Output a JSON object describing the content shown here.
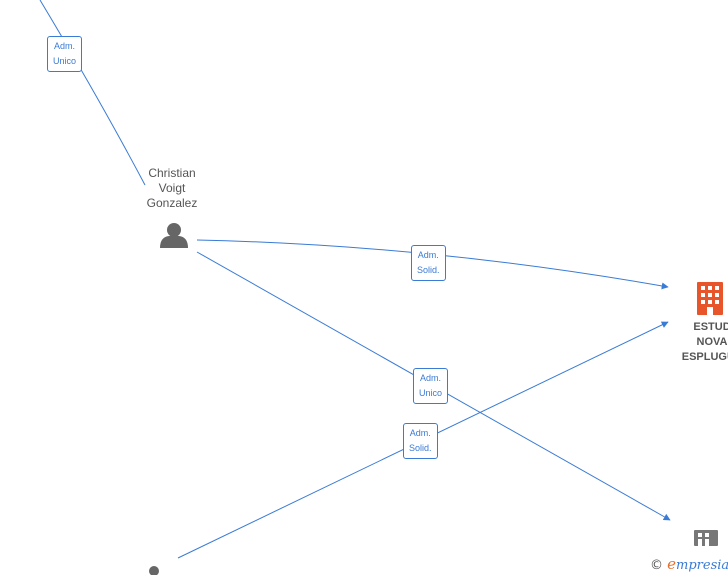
{
  "nodes": {
    "person_1": {
      "label": "Christian\nVoigt\nGonzalez",
      "icon": "person-icon"
    },
    "person_2": {
      "label": "",
      "icon": "person-icon"
    },
    "company_1": {
      "label": "ESTUD\nNOVA\nESPLUGUE",
      "icon": "building-icon",
      "color": "#e8552a"
    },
    "company_2": {
      "label": "",
      "icon": "building-icon",
      "color": "#777777"
    }
  },
  "edges": [
    {
      "id": "edge_top",
      "label": "Adm.\nUnico"
    },
    {
      "id": "edge_p1_c1",
      "label": "Adm.\nSolid."
    },
    {
      "id": "edge_p1_c2",
      "label": "Adm.\nUnico"
    },
    {
      "id": "edge_p2_c1",
      "label": "Adm.\nSolid."
    }
  ],
  "watermark": {
    "copyright": "©",
    "brand_initial": "e",
    "brand_rest": "mpresia"
  },
  "colors": {
    "edge": "#3a7bd5",
    "person": "#666666",
    "company_active": "#e8552a",
    "company_inactive": "#777777"
  }
}
